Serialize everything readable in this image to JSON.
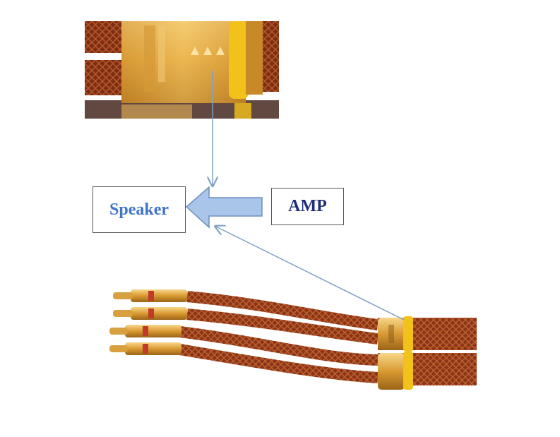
{
  "labels": {
    "speaker": "Speaker",
    "amp": "AMP"
  },
  "colors": {
    "speaker_text": "#3f74c9",
    "amp_text": "#1f2f7a",
    "block_arrow_fill": "#a9c6ea",
    "block_arrow_stroke": "#6d8fbf",
    "pointer_line": "#7f9fc6",
    "gold": "#e2a93a",
    "yellow_ring": "#f2c21a",
    "braid": "#8a3a1a"
  },
  "icons": {
    "top_photo": "connector-closeup-photo",
    "bottom_photo": "banana-plug-cable-photo"
  }
}
